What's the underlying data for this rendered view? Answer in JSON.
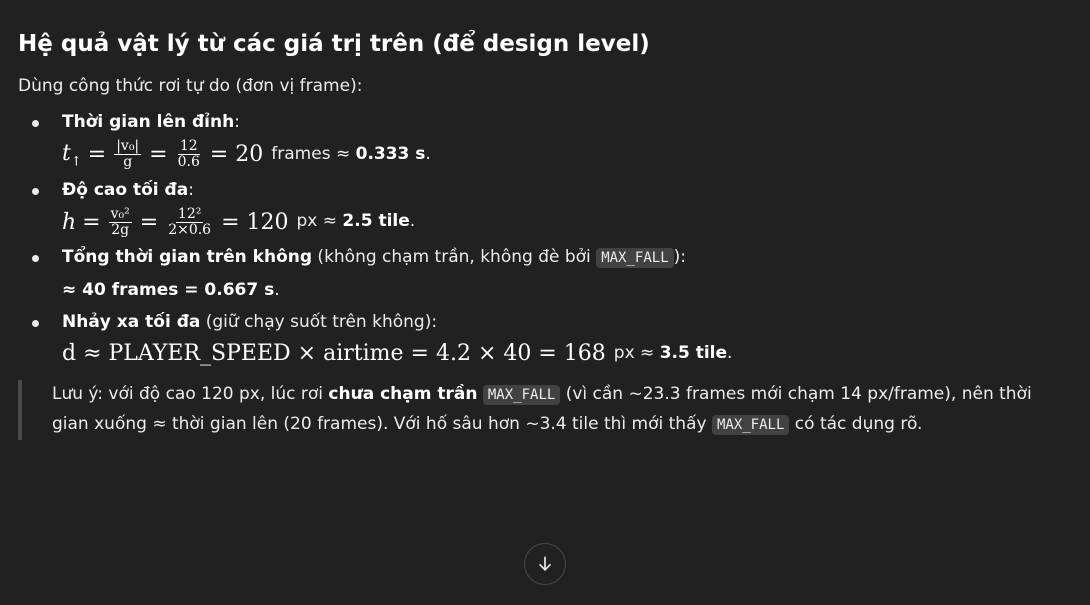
{
  "heading": "Hệ quả vật lý từ các giá trị trên (để design level)",
  "intro": "Dùng công thức rơi tự do (đơn vị frame):",
  "items": [
    {
      "title": "Thời gian lên đỉnh",
      "colon": ":",
      "math_lhs": "t",
      "math_sub": "↑",
      "frac1_num": "|v₀|",
      "frac1_den": "g",
      "frac2_num": "12",
      "frac2_den": "0.6",
      "result": "= 20",
      "tail_plain": "frames ≈ ",
      "tail_strong": "0.333 s",
      "tail_end": "."
    },
    {
      "title": "Độ cao tối đa",
      "colon": ":",
      "math_lhs": "h",
      "frac1_num": "v₀²",
      "frac1_den": "2g",
      "frac2_num": "12²",
      "frac2_den": "2×0.6",
      "result": "= 120",
      "tail_plain": "px ≈ ",
      "tail_strong": "2.5 tile",
      "tail_end": "."
    },
    {
      "title": "Tổng thời gian trên không",
      "rest_before": " (không chạm trần, không đè bởi ",
      "code": "MAX_FALL",
      "rest_after": "):",
      "line2_strong": "≈ 40 frames = 0.667 s",
      "line2_end": "."
    },
    {
      "title": "Nhảy xa tối đa",
      "rest": " (giữ chạy suốt trên không):",
      "math": "d ≈ PLAYER_SPEED × airtime = 4.2 × 40 = 168",
      "tail_plain": "px ≈ ",
      "tail_strong": "3.5 tile",
      "tail_end": "."
    }
  ],
  "note": {
    "p1": "Lưu ý: với độ cao 120 px, lúc rơi ",
    "strong1": "chưa chạm trần",
    "code1": "MAX_FALL",
    "p2": " (vì cần ~23.3 frames mới chạm 14 px/frame), nên thời gian xuống ≈ thời gian lên (20 frames). Với hố sâu hơn ~3.4 tile thì mới thấy ",
    "code2": "MAX_FALL",
    "p3": " có tác dụng rõ."
  },
  "scroll_icon": "arrow-down-icon"
}
